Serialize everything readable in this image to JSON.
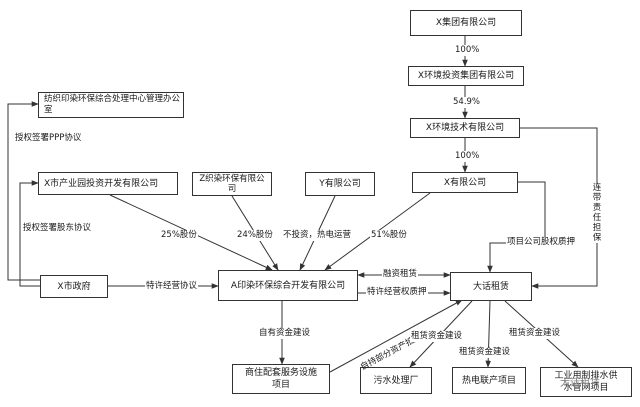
{
  "nodes": {
    "x_group": "X集团有限公司",
    "x_env_invest": "X环境投资集团有限公司",
    "x_env_tech": "X环境技术有限公司",
    "x_co": "X有限公司",
    "textile_office": "纺织印染环保综合处理中心管理办公室",
    "x_industrial": "X市产业园投资开发有限公司",
    "z_textile": "Z织染环保有限公司",
    "y_co": "Y有限公司",
    "x_city_gov": "X市政府",
    "a_printing": "A印染环保综合开发有限公司",
    "dahua_leasing": "大话租赁",
    "commercial": "商住配套服务设施项目",
    "sewage": "污水处理厂",
    "cogeneration": "热电联产项目",
    "industrial_pipe": "工业用制排水供水管网项目"
  },
  "labels": {
    "pct_100_a": "100%",
    "pct_549": "54.9%",
    "pct_100_b": "100%",
    "ppp": "授权签署PPP协议",
    "shareholder": "授权签署股东协议",
    "stake_25": "25%股份",
    "stake_24": "24%股份",
    "no_invest": "不投资，热电运营",
    "stake_51": "51%股份",
    "guarantee": "连带责任担保",
    "equity_pledge": "项目公司股权质押",
    "concession": "特许经营协议",
    "finance_lease": "融资租赁",
    "concession_pledge": "特许经营权质押",
    "self_funded": "自有资金建设",
    "asset_mortgage": "自持部分资产抵押",
    "lease_build_1": "租赁资金建设",
    "lease_build_2": "租赁资金建设",
    "lease_build_3": "租赁资金建设"
  },
  "watermark": "大话租赁",
  "colors": {
    "line": "#333333",
    "box_border": "#333333"
  }
}
